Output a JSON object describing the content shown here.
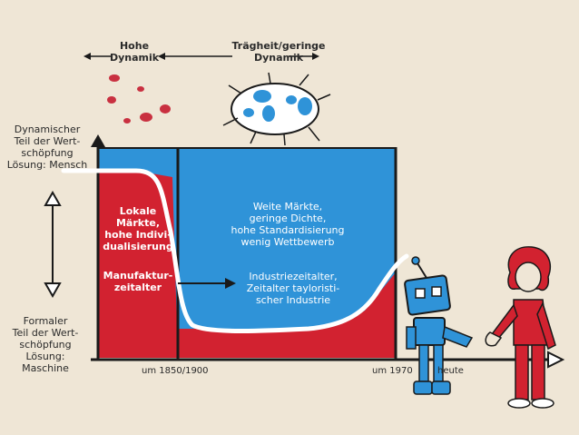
{
  "top": {
    "high_dynamics": "Hohe\nDynamik",
    "inertia": "Trägheit/geringe\nDynamik"
  },
  "left": {
    "dynamic_part": "Dynamischer\nTeil der Wert-\nschöpfung\nLösung: Mensch",
    "formal_part": "Formaler\nTeil der Wert-\nschöpfung\nLösung:\nMaschine"
  },
  "panel_left": {
    "markets": "Lokale\nMärkte,\nhohe Indivi-\ndualisierung",
    "era": "Manufaktur-\nzeitalter"
  },
  "panel_middle": {
    "markets": "Weite Märkte,\ngeringe Dichte,\nhohe Standardisierung\nwenig Wettbewerb",
    "era": "Industriezeitalter,\nZeitalter tayloristi-\nscher Industrie"
  },
  "axis": {
    "t1": "um 1850/1900",
    "t2": "um 1970",
    "t3": "heute"
  },
  "colors": {
    "background": "#efe6d6",
    "blue": "#2f93d8",
    "red": "#d22230",
    "ink": "#1a1a1a"
  }
}
